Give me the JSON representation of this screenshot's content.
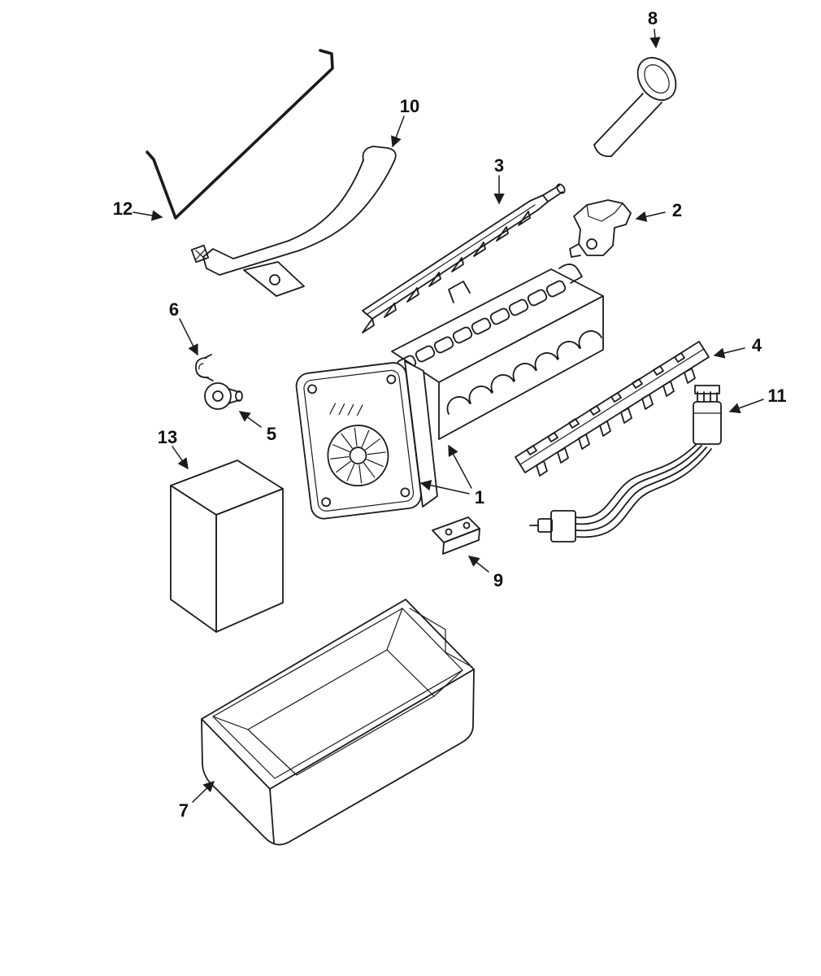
{
  "diagram": {
    "background_color": "#ffffff",
    "line_color": "#1b1b1b",
    "label_color": "#101010",
    "labels": {
      "p1": "1",
      "p2": "2",
      "p3": "3",
      "p4": "4",
      "p5": "5",
      "p6": "6",
      "p7": "7",
      "p8": "8",
      "p9": "9",
      "p10": "10",
      "p11": "11",
      "p12": "12",
      "p13": "13"
    }
  }
}
